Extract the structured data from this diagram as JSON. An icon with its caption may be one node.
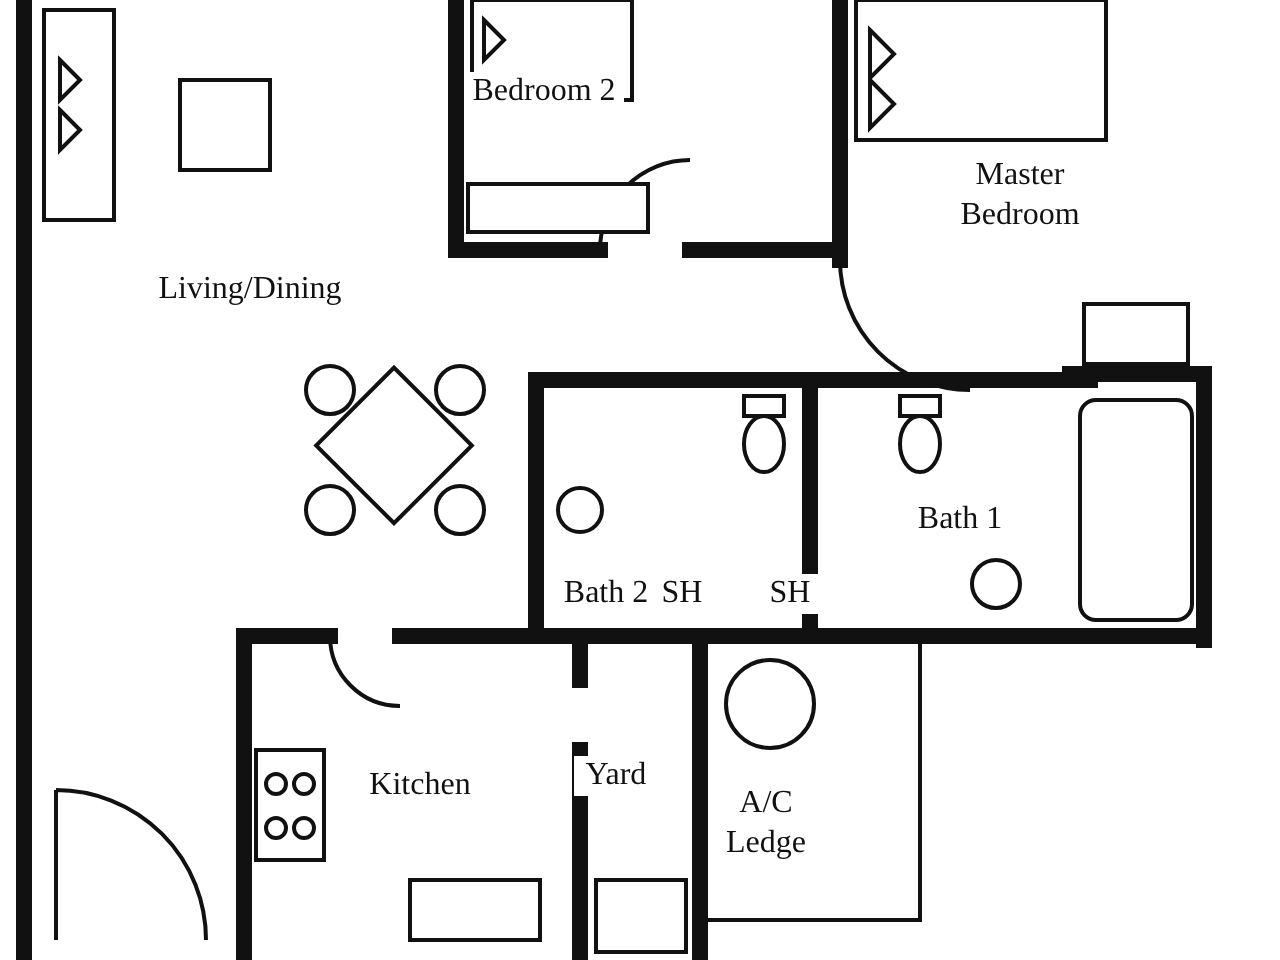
{
  "diagram": {
    "labels": [
      "Bedroom 2",
      "Master Bedroom",
      "Living/Dining",
      "Bath 1",
      "Bath 2",
      "SH",
      "SH",
      "Kitchen",
      "Yard",
      "A/C Ledge"
    ]
  }
}
